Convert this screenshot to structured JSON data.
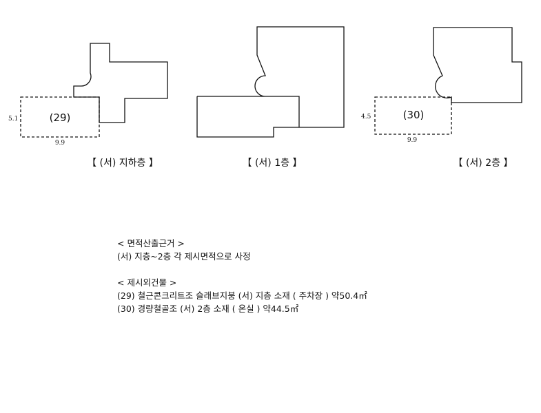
{
  "floors": [
    {
      "title": "【 (서) 지하층 】",
      "building_label": "(29)",
      "dim_width": "9.9",
      "dim_height": "5.1"
    },
    {
      "title": "【 (서) 1층 】"
    },
    {
      "title": "【 (서) 2층 】",
      "building_label": "(30)",
      "dim_width": "9.9",
      "dim_height": "4.5"
    }
  ],
  "notes": {
    "basis_heading": "< 면적산출근거 >",
    "basis_line": "(서) 지층~2층 각 제시면적으로 사정",
    "excluded_heading": "< 제시외건물 >",
    "excluded_items": [
      "(29) 철근콘크리트조 슬래브지붕 (서) 지층 소재 ( 주차장 ) 약50.4㎡",
      "(30) 경량철골조 (서) 2층 소재 ( 온실 ) 약44.5㎡"
    ]
  }
}
